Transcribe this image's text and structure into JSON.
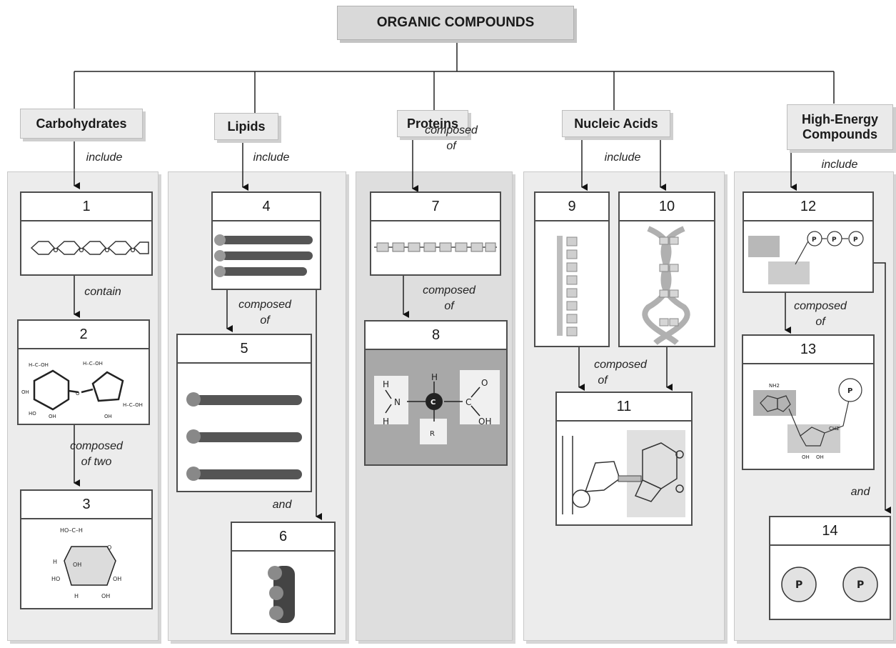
{
  "title": "ORGANIC COMPOUNDS",
  "categories": {
    "carbohydrates": "Carbohydrates",
    "lipids": "Lipids",
    "proteins": "Proteins",
    "nucleic_acids": "Nucleic Acids",
    "high_energy": "High-Energy Compounds"
  },
  "links": {
    "carb_include": "include",
    "contain": "contain",
    "composed_of_two_a": "composed",
    "composed_of_two_b": "of two",
    "lipid_include": "include",
    "lipid_composed_a": "composed",
    "lipid_composed_b": "of",
    "and_lipid": "and",
    "protein_composed_a": "composed",
    "protein_composed_b": "of",
    "protein_composed2_a": "composed",
    "protein_composed2_b": "of",
    "nucleic_include": "include",
    "nucleic_composed_a": "composed",
    "nucleic_composed_b": "of",
    "he_include": "include",
    "he_composed_a": "composed",
    "he_composed_b": "of",
    "and_he": "and"
  },
  "boxes": [
    "1",
    "2",
    "3",
    "4",
    "5",
    "6",
    "7",
    "8",
    "9",
    "10",
    "11",
    "12",
    "13",
    "14"
  ],
  "chem": {
    "h": "H",
    "n": "N",
    "c": "C",
    "r": "R",
    "o": "O",
    "oh": "OH",
    "ho": "HO",
    "p": "P",
    "nh2": "NH2",
    "ch2": "CH2",
    "ch2oh": "H-C-OH"
  }
}
